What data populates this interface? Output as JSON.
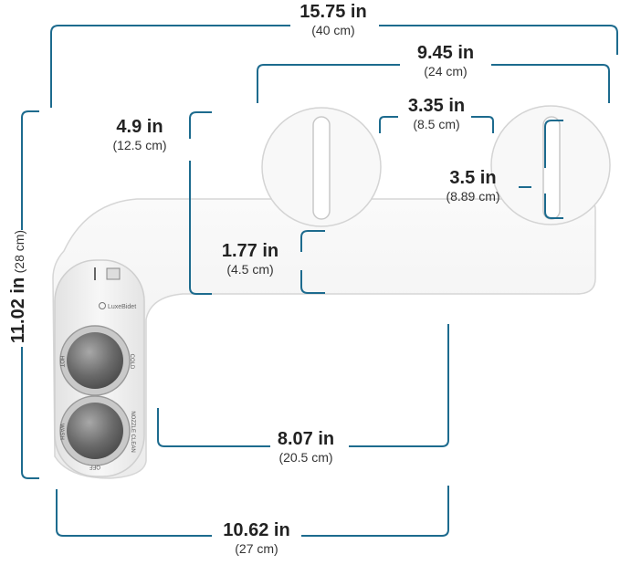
{
  "colors": {
    "dimension_line": "#1d6b8e",
    "product_body": "#f3f3f3",
    "product_edge": "#d8d8d8",
    "knob_ring": "#9a9a9a",
    "knob_face": "#6f6f6f"
  },
  "brand": {
    "logo_text": "LuxeBidet"
  },
  "knobs": {
    "top_left_text": "HOT",
    "top_right_text": "COLD",
    "bottom_left_text": "WASH",
    "bottom_right_text": "NOZZLE CLEAN",
    "bottom_off_text": "OFF"
  },
  "dimensions": {
    "total_width": {
      "imperial": "15.75 in",
      "metric": "(40 cm)"
    },
    "mount_span": {
      "imperial": "9.45 in",
      "metric": "(24 cm)"
    },
    "plate_gap": {
      "imperial": "3.35 in",
      "metric": "(8.5 cm)"
    },
    "arm_height": {
      "imperial": "4.9 in",
      "metric": "(12.5 cm)"
    },
    "slot_length": {
      "imperial": "3.5 in",
      "metric": "(8.89 cm)"
    },
    "arm_depth": {
      "imperial": "1.77 in",
      "metric": "(4.5 cm)"
    },
    "total_height": {
      "imperial": "11.02 in",
      "metric": "(28 cm)"
    },
    "side_reach": {
      "imperial": "8.07 in",
      "metric": "(20.5 cm)"
    },
    "overall_length": {
      "imperial": "10.62 in",
      "metric": "(27 cm)"
    }
  }
}
